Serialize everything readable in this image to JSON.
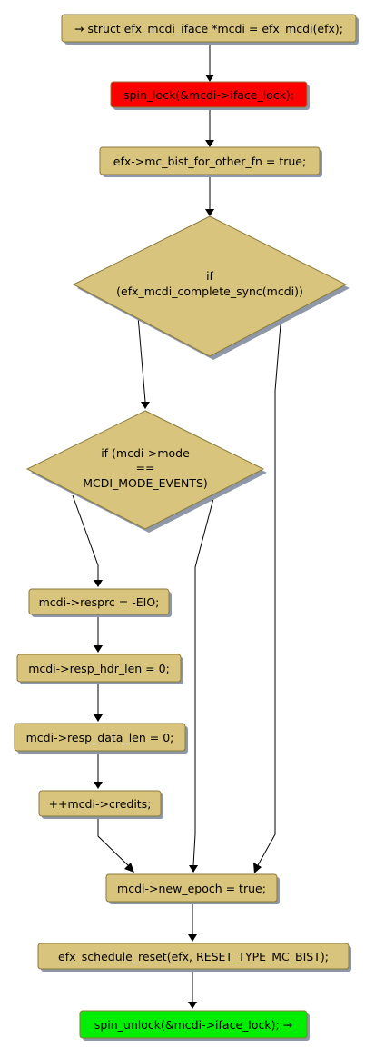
{
  "colors": {
    "node_fill": "#d8c47c",
    "start_fill": "#ff0000",
    "end_fill": "#00ee00"
  },
  "nodes": {
    "entry": "→ struct efx_mcdi_iface *mcdi = efx_mcdi(efx);",
    "lock": "spin_lock(&mcdi->iface_lock);",
    "set_bist": "efx->mc_bist_for_other_fn = true;",
    "cond1_line1": "if",
    "cond1_line2": "(efx_mcdi_complete_sync(mcdi))",
    "cond2_line1": "if (mcdi->mode",
    "cond2_line2": "==",
    "cond2_line3": "MCDI_MODE_EVENTS)",
    "resprc": "mcdi->resprc = -EIO;",
    "resp_hdr": "mcdi->resp_hdr_len = 0;",
    "resp_data": "mcdi->resp_data_len = 0;",
    "credits": "++mcdi->credits;",
    "new_epoch": "mcdi->new_epoch = true;",
    "reset": "efx_schedule_reset(efx, RESET_TYPE_MC_BIST);",
    "unlock": "spin_unlock(&mcdi->iface_lock); →"
  }
}
